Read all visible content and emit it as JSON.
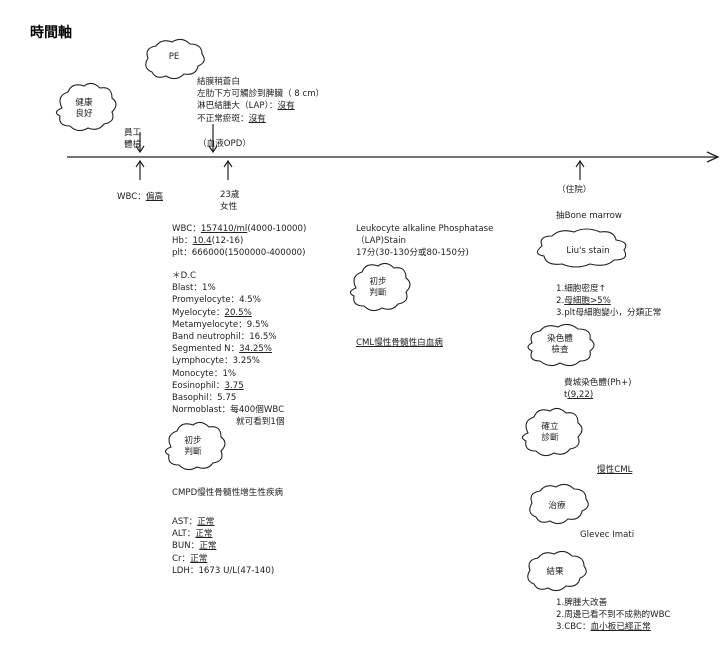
{
  "title": "時間軸",
  "clouds": {
    "health": "健康\n良好",
    "pe": "PE",
    "prelim1": "初步\n判斷",
    "prelim2": "初步\n判斷",
    "lius_stain": "Liu's stain",
    "chromosome": "染色體\n檢查",
    "confirm": "確立\n診斷",
    "treatment": "治療",
    "result": "結果"
  },
  "timeline": {
    "employee_checkup": "員工\n體檢",
    "wbc_high_prefix": "WBC：",
    "wbc_high_value": "偏高",
    "blood_opd": "（血液OPD）",
    "age_sex": "23歲\n女性",
    "admission": "（住院）"
  },
  "pe_findings": {
    "l1": "結膜稍蒼白",
    "l2": "左肋下方可觸診到脾臟（  8 cm）",
    "l3_prefix": "淋巴結腫大（LAP）：",
    "l3_value": "沒有",
    "l4_prefix": "不正常瘀斑：",
    "l4_value": "沒有"
  },
  "cbc": {
    "wbc_prefix": "WBC：",
    "wbc_value": "157410/ml",
    "wbc_ref": "(4000-10000)",
    "hb_prefix": "Hb：",
    "hb_value": "10.4",
    "hb_ref": "(12-16)",
    "plt": "plt：666000(1500000-400000)"
  },
  "dc": {
    "heading": "＊D.C",
    "blast": "Blast：1%",
    "promyelocyte": "Promyelocyte：4.5%",
    "myelocyte_prefix": "Myelocyte：",
    "myelocyte_value": "20.5%",
    "metamyelocyte": "Metamyelocyte：9.5%",
    "band": "Band neutrophil：16.5%",
    "segmented_prefix": "Segmented  N：",
    "segmented_value": "34.25%",
    "lymphocyte": "Lymphocyte：3.25%",
    "monocyte": "Monocyte：1%",
    "eosinophil_prefix": "Eosinophil：",
    "eosinophil_value": "3.75",
    "basophil": "Basophil：5.75",
    "normoblast_1": "Normoblast：每400個WBC",
    "normoblast_2": "就可看到1個"
  },
  "prelim1_result": "CMPD慢性骨髓性增生性疾病",
  "chem": {
    "ast_prefix": "AST：",
    "ast_value": "正常",
    "alt_prefix": "ALT：",
    "alt_value": "正常",
    "bun_prefix": "BUN：",
    "bun_value": "正常",
    "cr_prefix": "Cr：",
    "cr_value": "正常",
    "ldh": "LDH：1673 U/L(47-140)"
  },
  "lap": {
    "l1": "Leukocyte alkaline Phosphatase",
    "l2": "（LAP)Stain",
    "l3": "17分(30-130分或80-150分)"
  },
  "prelim2_result": "CML慢性骨髓性白血病",
  "bone_marrow": "抽Bone marrow",
  "liu_findings": {
    "l1": "1.細胞密度↑",
    "l2_prefix": "2.",
    "l2_value": "母細胞>5%",
    "l3": "3.plt母細胞變小，分類正常"
  },
  "chromosome_finding": {
    "l1": "費城染色體(Ph+)",
    "l2_prefix": "t",
    "l2_value": "(9,22)"
  },
  "diagnosis": "慢性CML",
  "treatment_drug": "Glevec Imati",
  "result_items": {
    "l1": "1.脾腫大改善",
    "l2": "2.周邊已看不到不成熟的WBC",
    "l3_prefix": "3.CBC：",
    "l3_value": "血小板已經正常"
  }
}
